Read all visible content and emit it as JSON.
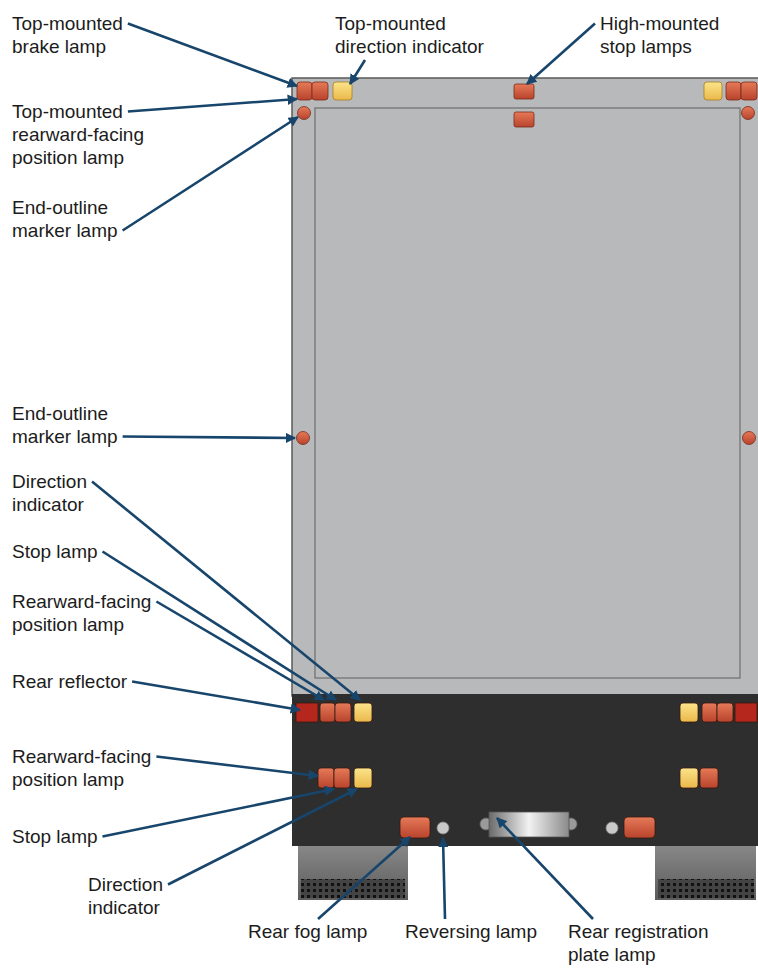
{
  "diagram": {
    "labels": [
      "Top-mounted brake lamp",
      "Top-mounted direction indicator",
      "High-mounted stop lamps",
      "Top-mounted rearward-facing position lamp",
      "End-outline marker lamp",
      "End-outline marker lamp",
      "Direction indicator",
      "Stop lamp",
      "Rearward-facing position lamp",
      "Rear reflector",
      "Rearward-facing position lamp",
      "Stop lamp",
      "Direction indicator",
      "Rear fog lamp",
      "Reversing lamp",
      "Rear registration plate lamp"
    ]
  }
}
